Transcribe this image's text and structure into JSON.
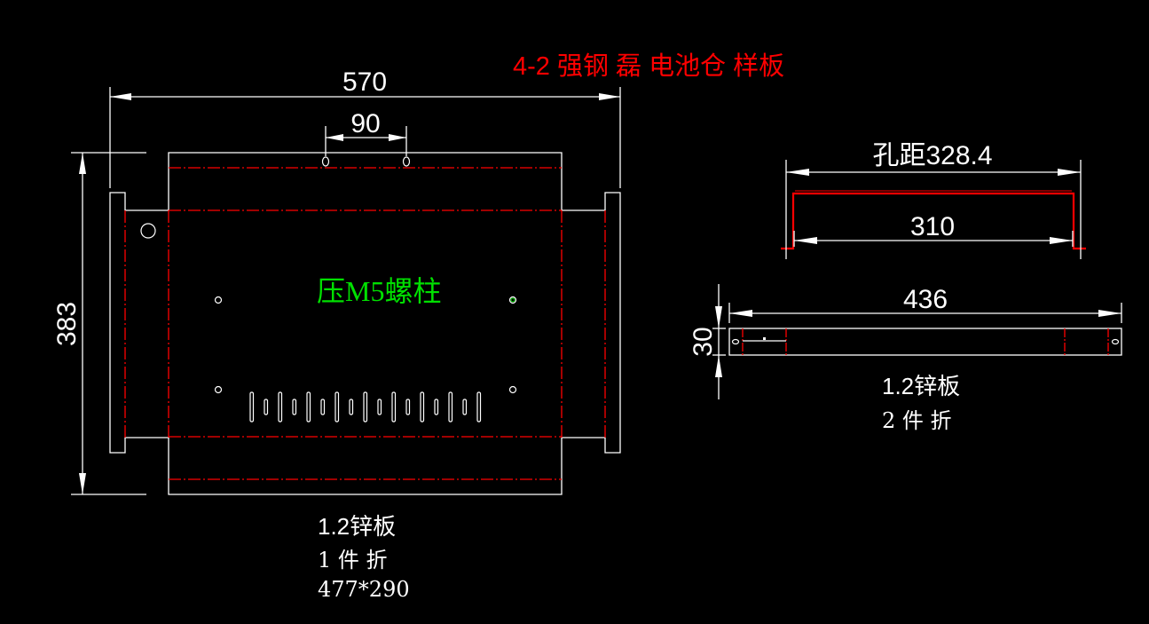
{
  "title": "4-2 强钢 磊 电池仓 样板",
  "colors": {
    "background": "#000000",
    "outline": "#ffffff",
    "bend_line": "#ff0000",
    "title": "#ff0000",
    "note": "#00e000"
  },
  "main_part": {
    "dim_width": "570",
    "dim_hole_spacing": "90",
    "dim_height": "383",
    "note": "压M5螺柱",
    "material": "1.2锌板",
    "quantity": "1 件 折",
    "blank_size": "477*290"
  },
  "side_part": {
    "dim_hole_pitch": "孔距328.4",
    "dim_inner": "310",
    "dim_length": "436",
    "dim_height": "30",
    "material": "1.2锌板",
    "quantity": "2 件 折"
  }
}
